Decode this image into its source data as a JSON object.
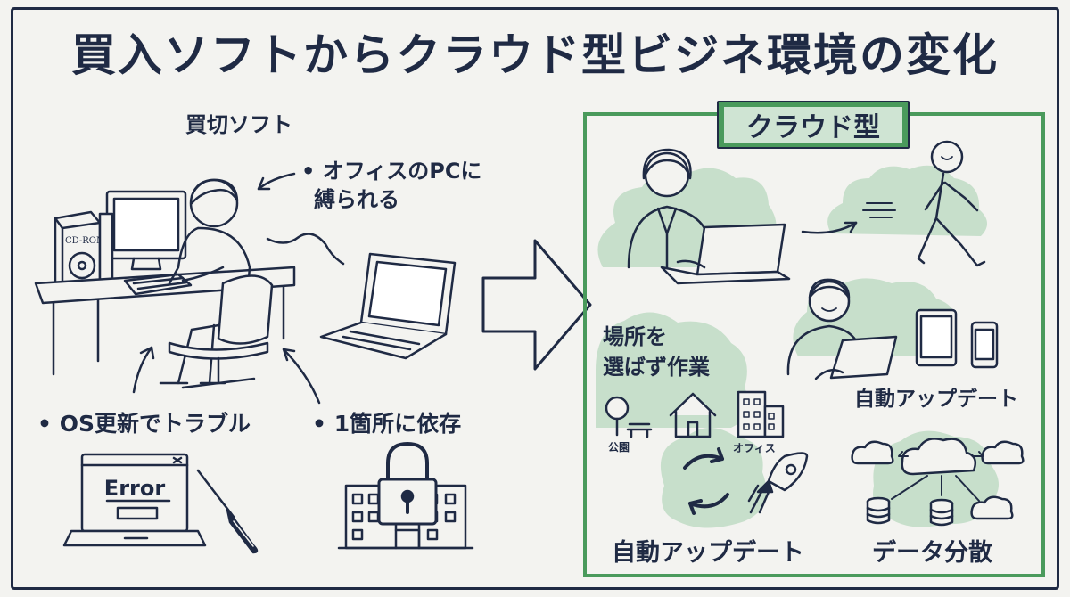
{
  "title": "買入ソフトからクラウド型ビジネ環境の変化",
  "left": {
    "heading": "買切ソフト",
    "office_pc": [
      "オフィスのPCに",
      "縛られる"
    ],
    "os_update": "OS更新でトラブル",
    "single_location": "1箇所に依存",
    "cd_label": "CD-ROM",
    "error_label": "Error"
  },
  "right": {
    "heading": "クラウド型",
    "anywhere": [
      "場所を",
      "選ばず作業"
    ],
    "park": "公園",
    "office": "オフィス",
    "auto_update_1": "自動アップデート",
    "auto_update_2": "自動アップデート",
    "data_distribution": "データ分散"
  },
  "colors": {
    "ink": "#1f2a44",
    "green": "#4a9a5c",
    "light_green": "#cfe4d3",
    "background": "#f3f3f0"
  }
}
